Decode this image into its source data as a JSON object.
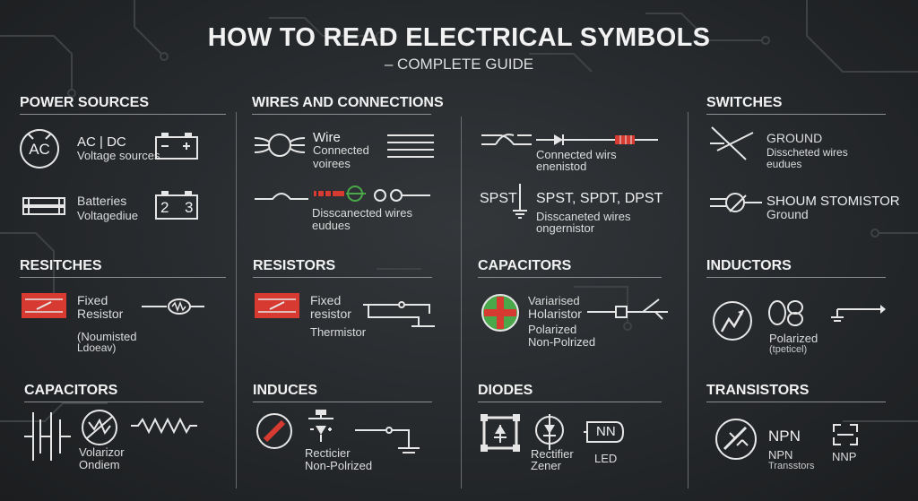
{
  "title": "HOW TO READ ELECTRICAL SYMBOLS",
  "subtitle": "– COMPLETE GUIDE",
  "sections": {
    "power_sources": {
      "header": "POWER SOURCES",
      "ac_icon_text": "AC",
      "label1_line1": "AC | DC",
      "label1_line2": "Voltage sources",
      "label2_line1": "Batteries",
      "label2_line2": "Voltagediue",
      "battery_left": "2",
      "battery_right": "3"
    },
    "wires": {
      "header": "WIRES AND CONNECTIONS",
      "label1_line1": "Wire",
      "label1_line2": "Connected",
      "label1_line3": "voirees",
      "label2_line1": "Disscanected wires",
      "label2_line2": "eudues"
    },
    "col3_top": {
      "label1_line1": "Connected wirs",
      "label1_line2": "enenistod",
      "spst_small": "SPST",
      "spst_big": "SPST, SPDT, DPST",
      "label2_line1": "Disscaneted wires",
      "label2_line2": "ongernistor"
    },
    "switches": {
      "header": "SWITCHES",
      "label1_line1": "GROUND",
      "label1_line2": "Disscheted wires",
      "label1_line3": "eudues",
      "label2_line1": "SHOUM STOMISTOR",
      "label2_line2": "Ground"
    },
    "resitches": {
      "header": "RESITCHES",
      "label1_line1": "Fixed",
      "label1_line2": "Resistor",
      "label2_line1": "(Noumisted",
      "label2_line2": "Ldoeav)"
    },
    "resistors": {
      "header": "RESISTORS",
      "label1_line1": "Fixed",
      "label1_line2": "resistor",
      "label2": "Thermistor"
    },
    "capacitors_mid": {
      "header": "CAPACITORS",
      "label1_line1": "Variarised",
      "label1_line2": "Holaristor",
      "label2_line1": "Polarized",
      "label2_line2": "Non-Polrized"
    },
    "inductors": {
      "header": "INDUCTORS",
      "label1_line1": "Polarized",
      "label1_line2": "(tpeticel)"
    },
    "capacitors_bottom": {
      "header": "CAPACITORS",
      "label1_line1": "Volarizor",
      "label1_line2": "Ondiem"
    },
    "induces": {
      "header": "INDUCES",
      "label1_line1": "Recticier",
      "label1_line2": "Non-Polrized"
    },
    "diodes": {
      "header": "DIODES",
      "label1_line1": "Rectifier",
      "label1_line2": "Zener",
      "led_box": "NN",
      "label2": "LED"
    },
    "transistors": {
      "header": "TRANSISTORS",
      "npn_big": "NPN",
      "label1_line1": "NPN",
      "label1_line2": "Transstors",
      "label2": "NNP"
    }
  },
  "colors": {
    "background": "#26292c",
    "text": "#e8e8e8",
    "accent_red": "#d63a30",
    "accent_green": "#4aa84a",
    "symbol_stroke": "#e6e6e6"
  }
}
